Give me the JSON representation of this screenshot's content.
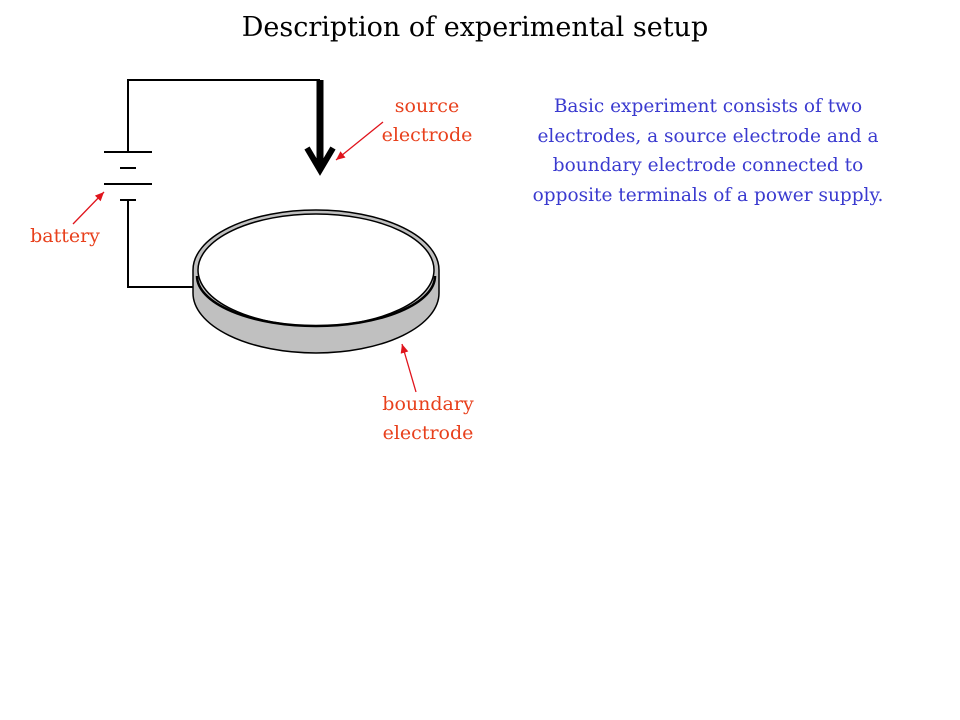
{
  "title": "Description of experimental setup",
  "labels": {
    "source_line1": "source",
    "source_line2": "electrode",
    "battery": "battery",
    "boundary_line1": "boundary",
    "boundary_line2": "electrode"
  },
  "description_lines": [
    "Basic experiment consists of two",
    "electrodes, a source electrode and a",
    "boundary electrode connected to",
    "opposite terminals of a power supply."
  ],
  "colors": {
    "label_color": "#e8401c",
    "description_color": "#3a3acf",
    "arrow_color": "#e0141c",
    "ring_fill": "#c0c0c0",
    "wire_color": "#000000"
  },
  "icons": {
    "battery": "battery-symbol-icon",
    "source_electrode": "down-arrow-electrode-icon",
    "boundary_electrode": "ring-electrode-icon"
  }
}
